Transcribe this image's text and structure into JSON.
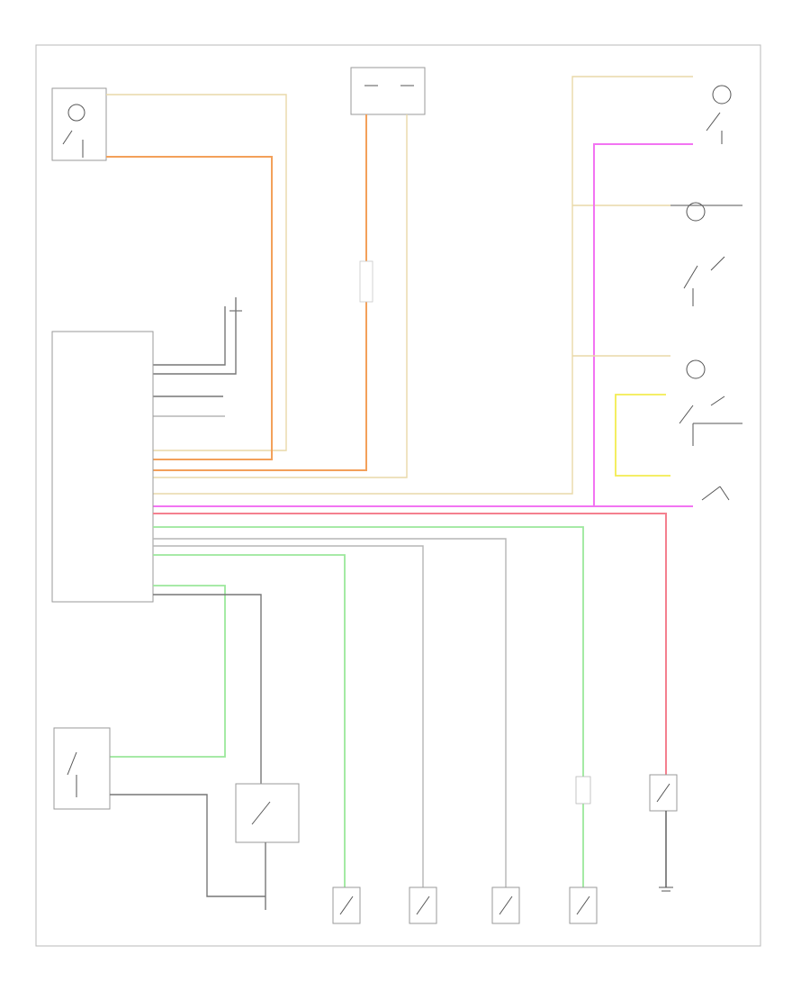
{
  "diagram": {
    "footer_code": "",
    "components": [
      {
        "id": "courtesy-lamp-tl",
        "label": ""
      },
      {
        "id": "fuse-box",
        "label": ""
      },
      {
        "id": "fuse-right-note",
        "label": ""
      },
      {
        "id": "step-lamp-top-right",
        "label": ""
      },
      {
        "id": "front-door-lamp-l",
        "label": ""
      },
      {
        "id": "front-door-lamp-r",
        "label": ""
      },
      {
        "id": "luggage-lamp",
        "label": ""
      },
      {
        "id": "ground-left",
        "label": ""
      },
      {
        "id": "control-unit",
        "label": ""
      },
      {
        "id": "junction-connector",
        "label": ""
      },
      {
        "id": "key-switch",
        "label": ""
      },
      {
        "id": "door-switch-center",
        "label": ""
      },
      {
        "id": "rear-door-switch-l",
        "label": ""
      },
      {
        "id": "front-door-switch",
        "label": ""
      },
      {
        "id": "rear-door-switch-r",
        "label": ""
      },
      {
        "id": "front-passenger-switch",
        "label": ""
      },
      {
        "id": "luggage-switch",
        "label": ""
      },
      {
        "id": "trunk-switch",
        "label": ""
      },
      {
        "id": "body-ground",
        "label": ""
      }
    ]
  },
  "colors": {
    "tan": "#e9d9a8",
    "orange": "#f3a05a",
    "pink": "#f274f2",
    "green": "#9be89b",
    "yellow": "#f2ec50",
    "gray": "#b5b5b5",
    "red": "#f4808f"
  }
}
